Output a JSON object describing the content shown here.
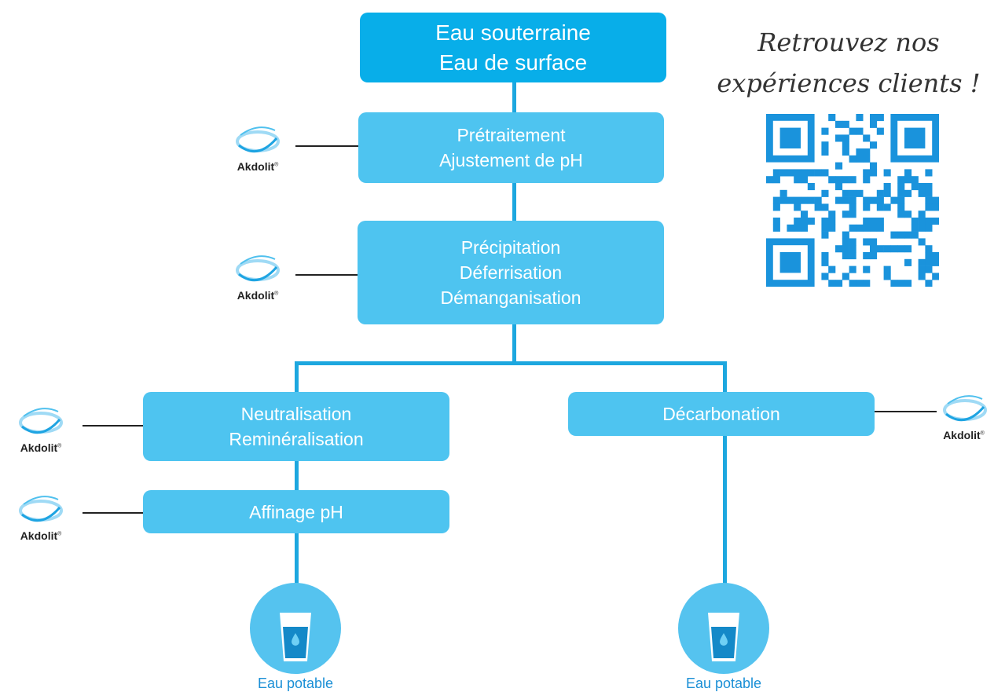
{
  "diagram": {
    "source": {
      "lines": [
        "Eau souterraine",
        "Eau de surface"
      ]
    },
    "pretreatment": {
      "lines": [
        "Prétraitement",
        "Ajustement de pH"
      ]
    },
    "precipitation": {
      "lines": [
        "Précipitation",
        "Déferrisation",
        "Démanganisation"
      ]
    },
    "neutralisation": {
      "lines": [
        "Neutralisation",
        "Reminéralisation"
      ]
    },
    "refining": {
      "lines": [
        "Affinage pH"
      ]
    },
    "decarbonation": {
      "lines": [
        "Décarbonation"
      ]
    },
    "outputs": [
      {
        "label": "Eau potable"
      },
      {
        "label": "Eau potable"
      }
    ],
    "brand": "Akdolit",
    "brand_mark": "®"
  },
  "promo": {
    "lines": [
      "Retrouvez nos",
      "expériences clients !"
    ]
  },
  "qr_code": {
    "icon": "qr-code-icon"
  },
  "colors": {
    "primary_box": "#08aee9",
    "box": "#4ec4f0",
    "connector": "#1da7df",
    "qr": "#1a93dc"
  }
}
